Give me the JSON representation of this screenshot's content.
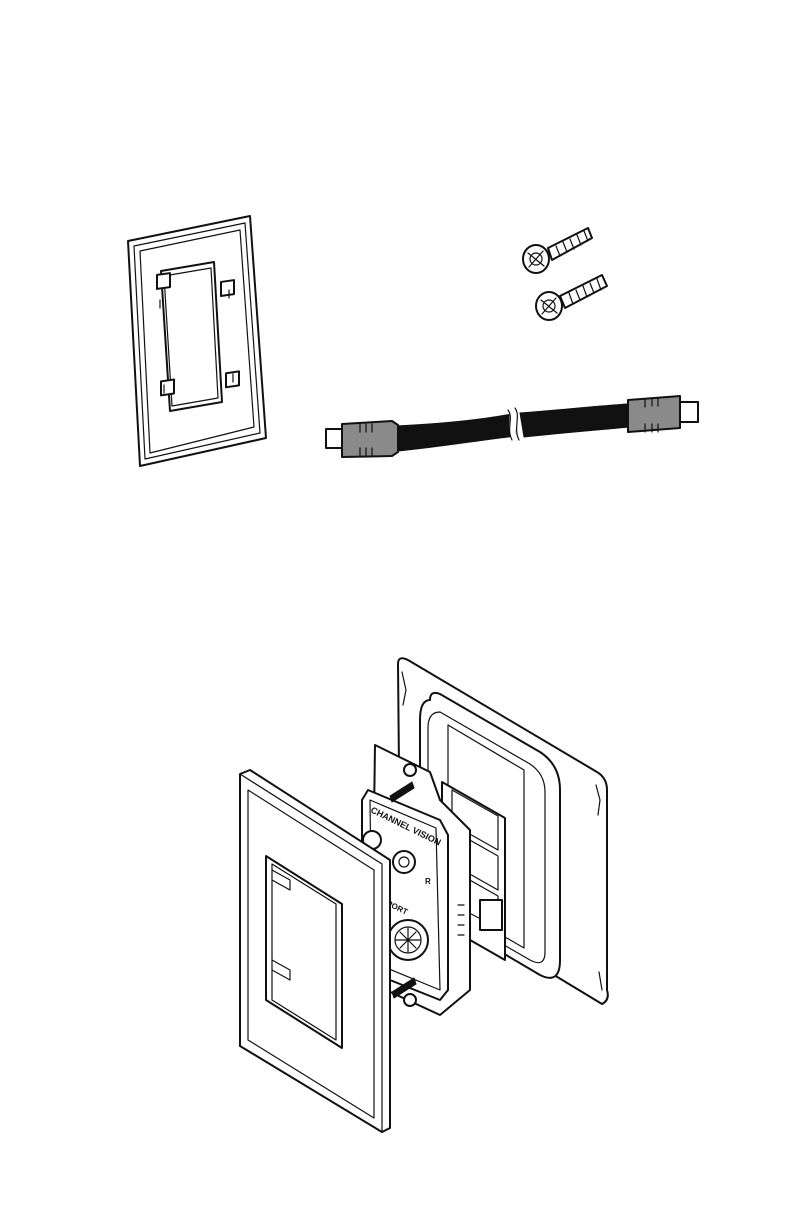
{
  "diagram": {
    "device_brand_text": "CHANNEL VISION",
    "jack_label_right": "R",
    "jack_label_lower": "PORT"
  },
  "parts": [
    {
      "id": "wall-plate",
      "icon": "wall-plate-icon"
    },
    {
      "id": "mounting-screws",
      "icon": "screw-icon",
      "count": 2
    },
    {
      "id": "connector-cable",
      "icon": "cable-icon"
    },
    {
      "id": "assembly",
      "icon": "exploded-assembly-icon"
    }
  ]
}
